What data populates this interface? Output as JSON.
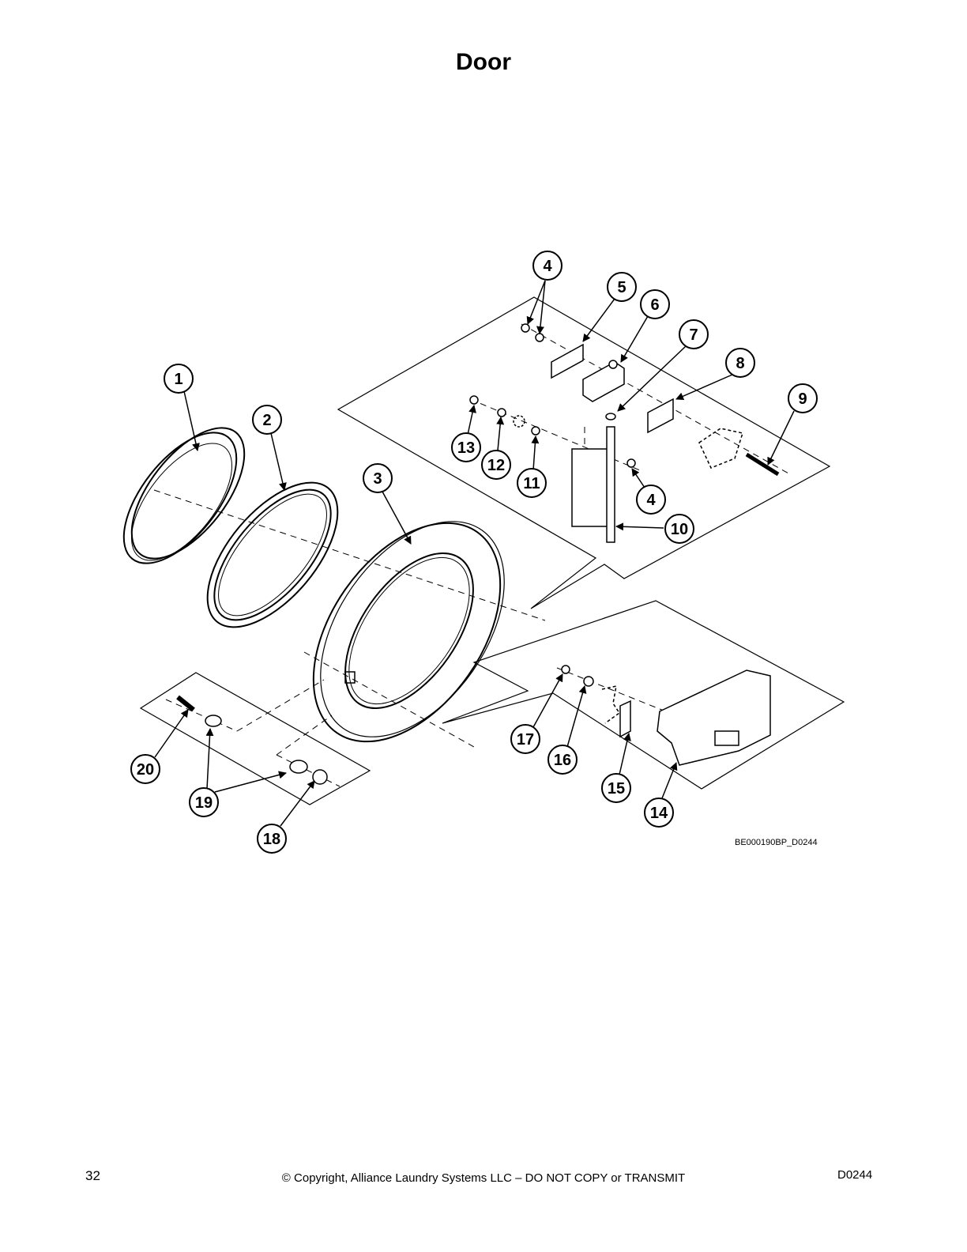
{
  "page": {
    "title": "Door",
    "figure_id": "BE000190BP_D0244",
    "footer": {
      "page_number": "32",
      "copyright": "© Copyright, Alliance Laundry Systems LLC – DO NOT COPY or TRANSMIT",
      "doc_code": "D0244"
    }
  },
  "callouts": [
    {
      "label": "1"
    },
    {
      "label": "2"
    },
    {
      "label": "3"
    },
    {
      "label": "4"
    },
    {
      "label": "4"
    },
    {
      "label": "5"
    },
    {
      "label": "6"
    },
    {
      "label": "7"
    },
    {
      "label": "8"
    },
    {
      "label": "9"
    },
    {
      "label": "10"
    },
    {
      "label": "11"
    },
    {
      "label": "12"
    },
    {
      "label": "13"
    },
    {
      "label": "14"
    },
    {
      "label": "15"
    },
    {
      "label": "16"
    },
    {
      "label": "17"
    },
    {
      "label": "18"
    },
    {
      "label": "19"
    },
    {
      "label": "20"
    }
  ]
}
